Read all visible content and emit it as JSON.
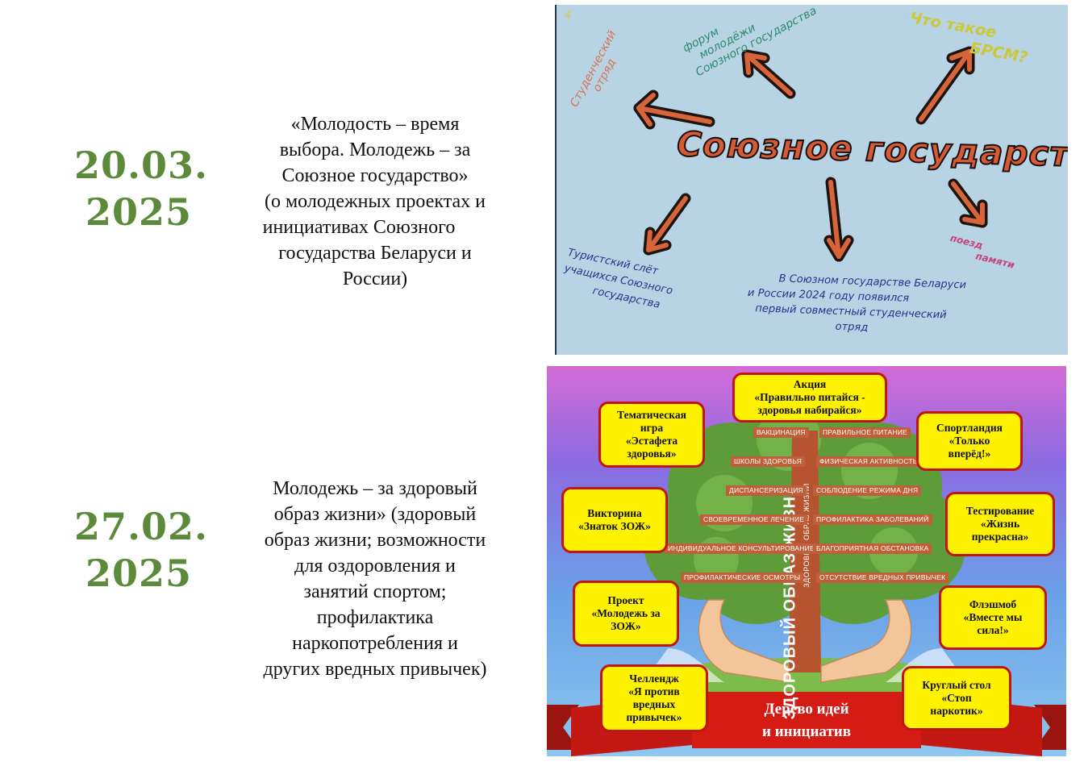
{
  "event1": {
    "date_line1": "20.03.",
    "date_line2": "2025",
    "text_lines": [
      "«Молодость – время",
      "выбора. Молодежь – за",
      "Союзное государство»",
      "(о молодежных проектах и",
      "инициативах Союзного",
      "государства Беларуси и",
      "России)"
    ],
    "poster": {
      "center": "Союзное государство",
      "corner_mark": "4",
      "top_left": [
        "Студенческий",
        "отряд"
      ],
      "top_mid": [
        "форум",
        "молодёжи",
        "Союзного государства"
      ],
      "top_right": [
        "Что такое",
        "БРСМ?"
      ],
      "bottom_left": [
        "Туристский слёт",
        "учащихся Союзного",
        "государства"
      ],
      "bottom_mid": [
        "В Союзном государстве Беларуси",
        "и России 2024 году появился",
        "первый совместный студенческий",
        "отряд"
      ],
      "bottom_right": [
        "поезд",
        "памяти"
      ]
    }
  },
  "event2": {
    "date_line1": "27.02.",
    "date_line2": "2025",
    "text_lines": [
      "Молодежь – за здоровый",
      "образ жизни» (здоровый",
      "образ жизни; возможности",
      "для оздоровления и",
      "занятий спортом;",
      "профилактика",
      "наркопотребления и",
      "других вредных привычек)"
    ],
    "poster": {
      "trunk": "ЗДОРОВЫЙ ОБРАЗ ЖИЗНИ",
      "trunk_small": "ЗДОРОВЫЙ ОБРАЗ ЖИЗНИ",
      "ribbon": [
        "Дерево идей",
        "и инициатив"
      ],
      "notes": {
        "top": [
          "Акция",
          "«Правильно питайся -",
          "здоровья набирайся»"
        ],
        "l1": [
          "Тематическая",
          "игра",
          "«Эстафета",
          "здоровья»"
        ],
        "r1": [
          "Спортландия",
          "«Только",
          "вперёд!»"
        ],
        "l2": [
          "Викторина",
          "«Знаток ЗОЖ»"
        ],
        "r2": [
          "Тестирование",
          "«Жизнь",
          "прекрасна»"
        ],
        "l3": [
          "Проект",
          "«Молодежь за",
          "ЗОЖ»"
        ],
        "r3": [
          "Флэшмоб",
          "«Вместе мы",
          "сила!»"
        ],
        "l4": [
          "Челлендж",
          "«Я против",
          "вредных",
          "привычек»"
        ],
        "r4": [
          "Круглый стол",
          "«Стоп",
          "наркотик»"
        ]
      },
      "branches_left": [
        "ВАКЦИНАЦИЯ",
        "ШКОЛЫ ЗДОРОВЬЯ",
        "ДИСПАНСЕРИЗАЦИЯ",
        "СВОЕВРЕМЕННОЕ ЛЕЧЕНИЕ",
        "ИНДИВИДУАЛЬНОЕ КОНСУЛЬТИРОВАНИЕ",
        "ПРОФИЛАКТИЧЕСКИЕ ОСМОТРЫ"
      ],
      "branches_right": [
        "ПРАВИЛЬНОЕ ПИТАНИЕ",
        "ФИЗИЧЕСКАЯ АКТИВНОСТЬ",
        "СОБЛЮДЕНИЕ РЕЖИМА ДНЯ",
        "ПРОФИЛАКТИКА ЗАБОЛЕВАНИЙ",
        "БЛАГОПРИЯТНАЯ ОБСТАНОВКА",
        "ОТСУТСТВИЕ ВРЕДНЫХ ПРИВЫЧЕК"
      ]
    }
  }
}
